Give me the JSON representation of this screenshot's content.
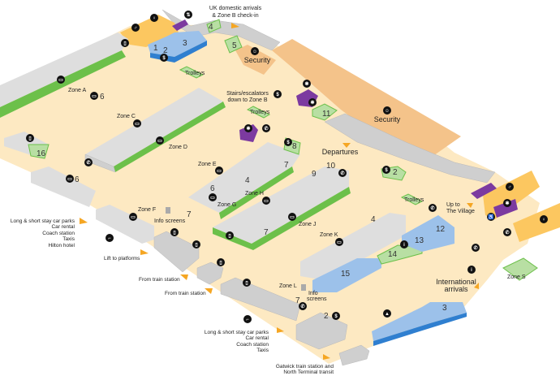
{
  "map": {
    "colors": {
      "floor": "#fde9c2",
      "pier": "#cfcfcf",
      "gate": "#6cc04a",
      "baggage": "#9cc1ea",
      "security": "#f4c38a",
      "facilities": "#7c3aa0",
      "toilets": "#fcc760",
      "arrow": "#f5a623"
    },
    "area_labels": {
      "uk_domestic_1": "UK domestic arrivals",
      "uk_domestic_2": "& Zone B check-in",
      "security_small": "Security",
      "security_large": "Security",
      "departures": "Departures",
      "trolleys_1": "Trolleys",
      "trolleys_2": "Trolleys",
      "trolleys_3": "Trolleys",
      "stairs_1": "Stairs/escalators",
      "stairs_2": "down to Zone B",
      "up_village_1": "Up to",
      "up_village_2": "The Village",
      "intl_1": "International",
      "intl_2": "arrivals",
      "info_screens_1": "Info screens",
      "info_screens_2a": "Info",
      "info_screens_2b": "screens"
    },
    "zones": {
      "a": "Zone A",
      "c": "Zone C",
      "d": "Zone D",
      "e": "Zone E",
      "f": "Zone F",
      "g": "Zone G",
      "h": "Zone H",
      "j": "Zone J",
      "k": "Zone K",
      "l": "Zone L",
      "s": "Zone S"
    },
    "numbers": [
      "1",
      "2",
      "3",
      "4",
      "5",
      "6",
      "16",
      "6",
      "8",
      "7",
      "4",
      "6",
      "7",
      "7",
      "9",
      "10",
      "11",
      "2",
      "4",
      "12",
      "13",
      "14",
      "15",
      "7",
      "2",
      "3"
    ],
    "exits": {
      "left": [
        "Long & short stay car parks",
        "Car rental",
        "Coach station",
        "Taxis",
        "Hilton hotel"
      ],
      "lift": "Lift to platforms",
      "train_1": "From train station",
      "train_2": "From train station",
      "bottom": [
        "Long & short stay car parks",
        "Car rental",
        "Coach station",
        "Taxis"
      ],
      "gatwick": [
        "Gatwick train station and",
        "North Terminal transit"
      ]
    },
    "icons": [
      "toilets-male",
      "toilets-female",
      "baggage",
      "lift",
      "currency",
      "phone",
      "info",
      "disabled",
      "baby-change",
      "security",
      "car",
      "checkin"
    ]
  }
}
